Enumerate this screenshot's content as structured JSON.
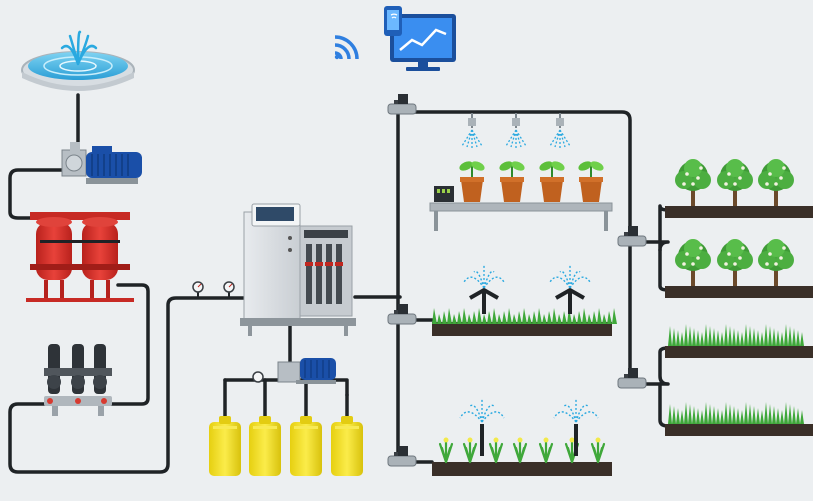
{
  "colors": {
    "background": "#eceff1",
    "pipe": "#1f2326",
    "pump_blue": "#1a4fa8",
    "filter_red": "#d9312b",
    "tank_yellow": "#f2dd1e",
    "water_blue": "#2aa9e0",
    "plant_green": "#3fa83a",
    "soil": "#3a2f28",
    "monitor_blue": "#2f7fe0"
  },
  "icons": [
    "fountain-icon",
    "wifi-icon",
    "monitor-icon",
    "pump-icon",
    "sand-filter-icon",
    "disc-filter-icon",
    "controller-cabinet-icon",
    "pressure-gauge-icon",
    "fertilizer-tank-icon",
    "solenoid-valve-icon",
    "mist-nozzle-icon",
    "sprinkler-icon",
    "tree-icon",
    "grass-icon",
    "potted-plant-icon",
    "sensor-icon"
  ],
  "fertilizer_tank_count": 4,
  "tree_rows": 2,
  "trees_per_row": 3,
  "potted_plants": 4,
  "mist_nozzles": 3
}
